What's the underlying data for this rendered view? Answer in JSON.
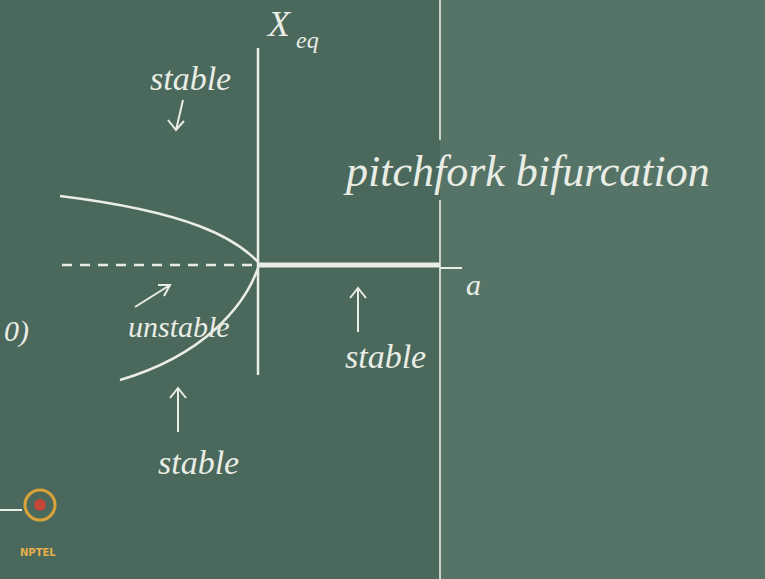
{
  "diagram": {
    "labels": [
      "stable",
      "X",
      "eq",
      "pitchfork bifurcation",
      "a",
      "unstable",
      "stable",
      "0)",
      "stable",
      "NPTEL"
    ]
  }
}
